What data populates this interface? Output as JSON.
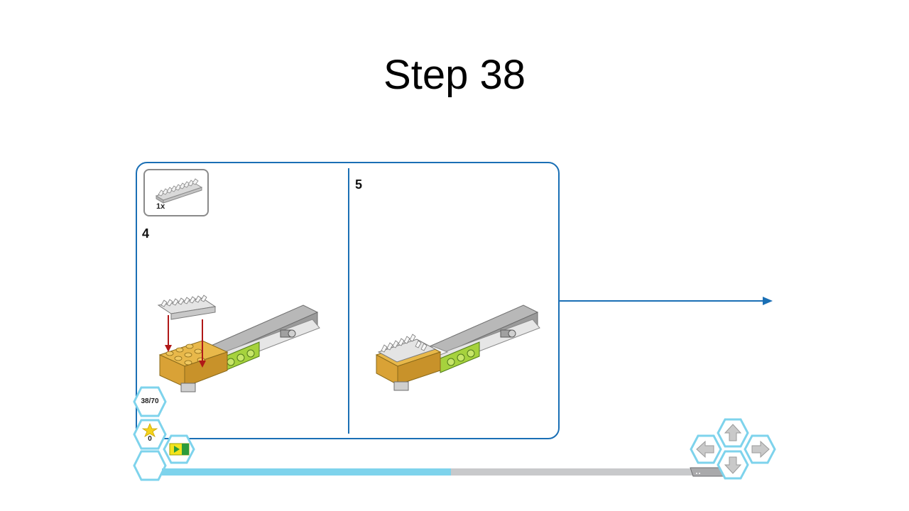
{
  "slide": {
    "title": "Step 38"
  },
  "instructions": {
    "part_callout": {
      "quantity": "1x",
      "icon": "gear-rack-piece-icon"
    },
    "substeps": [
      {
        "number": "4"
      },
      {
        "number": "5"
      }
    ]
  },
  "viewer": {
    "page_counter": "38/70",
    "stars_count": "0",
    "progress": {
      "current": 38,
      "total": 70
    },
    "nav": {
      "up": "arrow-up-icon",
      "left": "arrow-left-icon",
      "right": "arrow-right-icon",
      "down": "arrow-down-icon"
    }
  },
  "colors": {
    "accent_blue": "#1a6fb5",
    "hex_border": "#7ed3ec",
    "progress_fill": "#7ed3ec",
    "progress_track": "#c8c9cb"
  }
}
